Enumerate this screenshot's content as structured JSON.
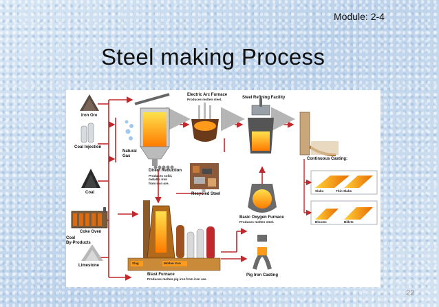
{
  "slide": {
    "module_label": "Module:  2-4",
    "title": "Steel making Process",
    "page_number": "22"
  },
  "diagram": {
    "labels": {
      "iron_ore": "Iron Ore",
      "coal_injection": "Coal Injection",
      "coal": "Coal",
      "coke_oven": "Coke Oven",
      "coal_byproducts": "Coal\nBy-Products",
      "limestone": "Limestone",
      "natural_gas": "Natural\nGas",
      "direct_reduction": "Direct Reduction",
      "direct_reduction_desc": "Produces solid,\nmetallic iron\nfrom iron ore.",
      "electric_arc_furnace": "Electric Arc Furnace",
      "electric_arc_furnace_desc": "Produces molten steel.",
      "steel_refining_facility": "Steel Refining Facility",
      "recycled_steel": "Recycled Steel",
      "basic_oxygen_furnace": "Basic Oxygen Furnace",
      "basic_oxygen_furnace_desc": "Produces molten steel.",
      "continuous_casting": "Continuous Casting:",
      "slabs": "Slabs",
      "thin_slabs": "Thin Slabs",
      "blooms": "Blooms",
      "billets": "Billets",
      "slag": "Slag",
      "molten_iron": "Molten Iron",
      "blast_furnace": "Blast Furnace",
      "blast_furnace_desc": "Produces molten pig iron from iron ore.",
      "pig_iron_casting": "Pig Iron Casting"
    },
    "colors": {
      "flow_arrow": "#c0282b",
      "gray_arrow": "#b5b5b5",
      "molten": "#ff9a1a",
      "product_box_border": "#9aa0a8"
    }
  }
}
